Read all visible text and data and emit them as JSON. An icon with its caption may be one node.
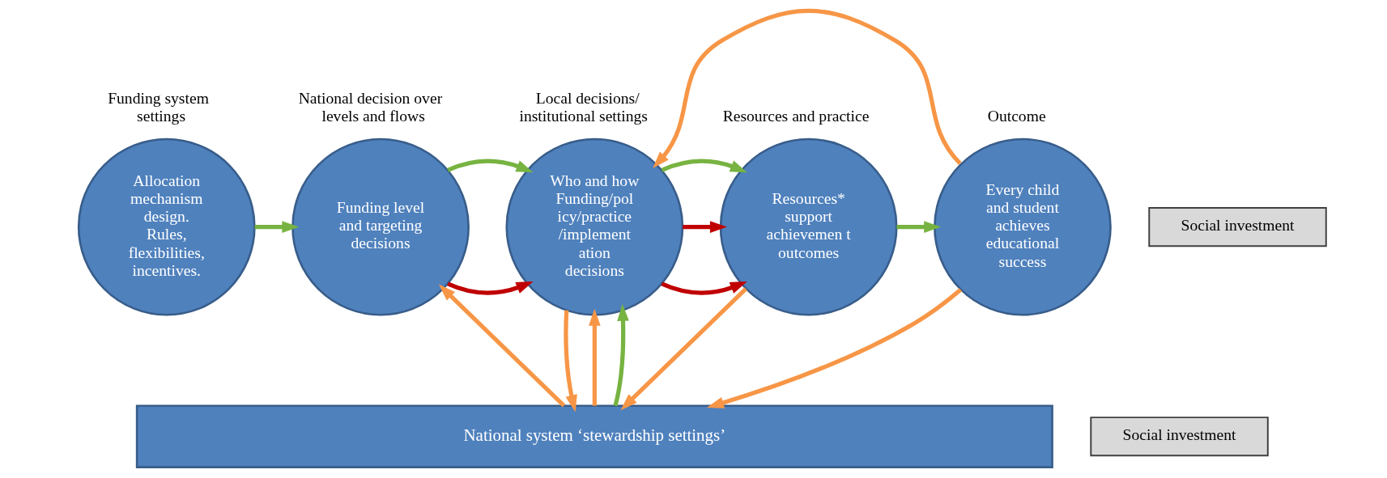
{
  "diagram": {
    "nodes": [
      {
        "text": [
          "Funding system settings",
          "Allocation mechanism design. Rules, flexibilities, incentives."
        ]
      },
      {
        "text": [
          "National decision over levels and flows",
          "Funding level and targeting decisions"
        ]
      },
      {
        "text": [
          "Local decisions/ institutional settings",
          "Who and how Funding/pol icy/practice /implement ation decisions"
        ]
      },
      {
        "text": [
          "Resources and practice",
          "Resources* support achievemen t outcomes"
        ]
      },
      {
        "text": [
          "Outcome",
          "Every child and student achieves educational success"
        ]
      },
      {
        "text": [
          "National system ‘stewardship settings’"
        ]
      },
      {
        "text": [
          "Social investment"
        ]
      },
      {
        "text": [
          "Social investment"
        ]
      }
    ],
    "edges": [
      {
        "from": 0,
        "to": 1,
        "arrow": "to",
        "color": "#77b341"
      },
      {
        "from": 1,
        "to": 2,
        "arrow": "to",
        "color": "#c00000"
      },
      {
        "from": 1,
        "to": 2,
        "arrow": "to",
        "color": "#77b341"
      },
      {
        "from": 2,
        "to": 3,
        "arrow": "to",
        "color": "#c00000"
      },
      {
        "from": 2,
        "to": 3,
        "arrow": "to",
        "color": "#c00000"
      },
      {
        "from": 2,
        "to": 3,
        "arrow": "to",
        "color": "#77b341"
      },
      {
        "from": 3,
        "to": 4,
        "arrow": "to",
        "color": "#77b341"
      },
      {
        "from": 4,
        "to": 2,
        "arrow": "to"
      },
      {
        "from": 5,
        "to": 1,
        "arrow": "to"
      },
      {
        "from": 2,
        "to": 5,
        "arrow": "to"
      },
      {
        "from": 5,
        "to": 2,
        "arrow": "to"
      },
      {
        "from": 5,
        "to": 2,
        "arrow": "to",
        "color": "#77b341"
      },
      {
        "from": 3,
        "to": 5,
        "arrow": "to"
      },
      {
        "from": 4,
        "to": 5,
        "arrow": "to"
      }
    ]
  }
}
